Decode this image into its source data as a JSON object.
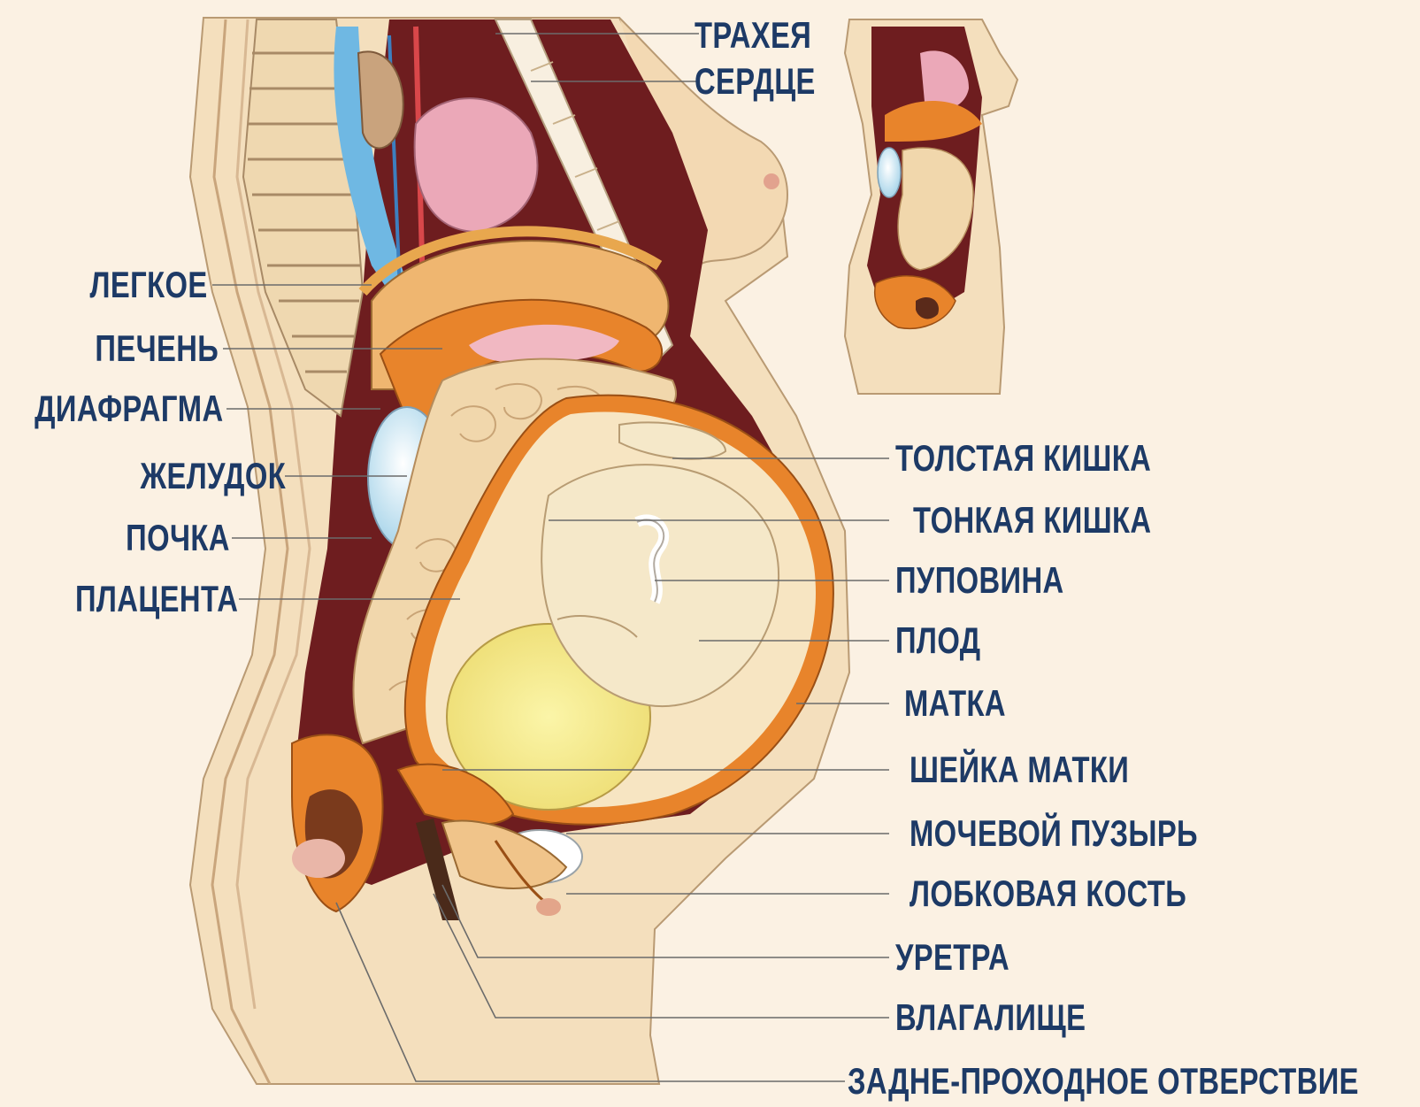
{
  "labels_left": [
    "ЛЕГКОЕ",
    "ПЕЧЕНЬ",
    "ДИАФРАГМА",
    "ЖЕЛУДОК",
    "ПОЧКА",
    "ПЛАЦЕНТА"
  ],
  "labels_top": [
    "ТРАХЕЯ",
    "СЕРДЦЕ"
  ],
  "labels_right": [
    "ТОЛСТАЯ КИШКА",
    "ТОНКАЯ КИШКА",
    "ПУПОВИНА",
    "ПЛОД",
    "МАТКА",
    "ШЕЙКА МАТКИ",
    "МОЧЕВОЙ ПУЗЫРЬ",
    "ЛОБКОВАЯ КОСТЬ",
    "УРЕТРА",
    "ВЛАГАЛИЩЕ",
    "ЗАДНЕ-ПРОХОДНОЕ ОТВЕРСТВИЕ"
  ],
  "colors": {
    "background": "#fbf1e3",
    "label_text": "#1d3a66",
    "skin": "#f5e3c4",
    "body_cavity": "#6b1f1f",
    "uterus": "#e9862f",
    "fetus": "#f6e9cc",
    "stomach": "#d6ecf5",
    "heart": "#e9a6b6"
  }
}
